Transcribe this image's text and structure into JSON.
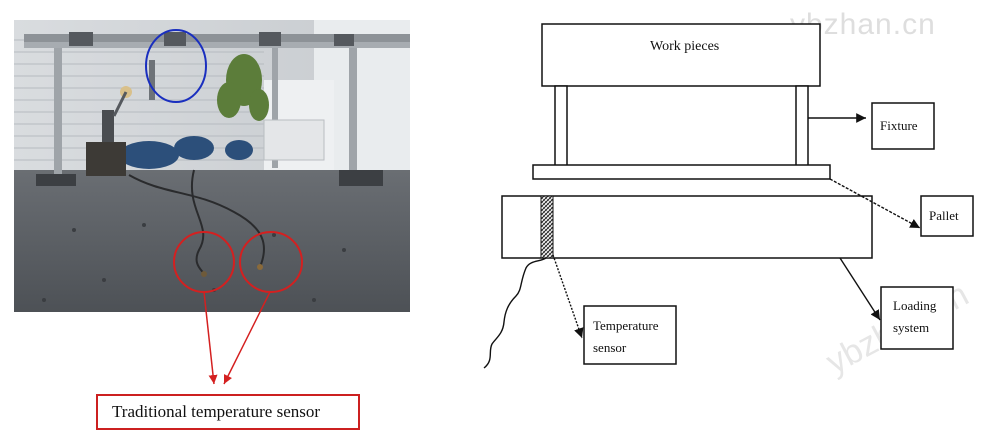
{
  "watermark": {
    "text": "ybzhan.cn",
    "color": "#d9d9d9"
  },
  "photo": {
    "callout_label": "Traditional temperature sensor",
    "callout_color": "#cc2020",
    "marker_colors": {
      "blue_circle": "#1a2fbf",
      "red_circle": "#d42020"
    }
  },
  "diagram": {
    "labels": {
      "work_pieces": "Work pieces",
      "fixture": "Fixture",
      "pallet": "Pallet",
      "loading_system_line1": "Loading",
      "loading_system_line2": "system",
      "temperature_sensor_line1": "Temperature",
      "temperature_sensor_line2": "sensor"
    }
  }
}
